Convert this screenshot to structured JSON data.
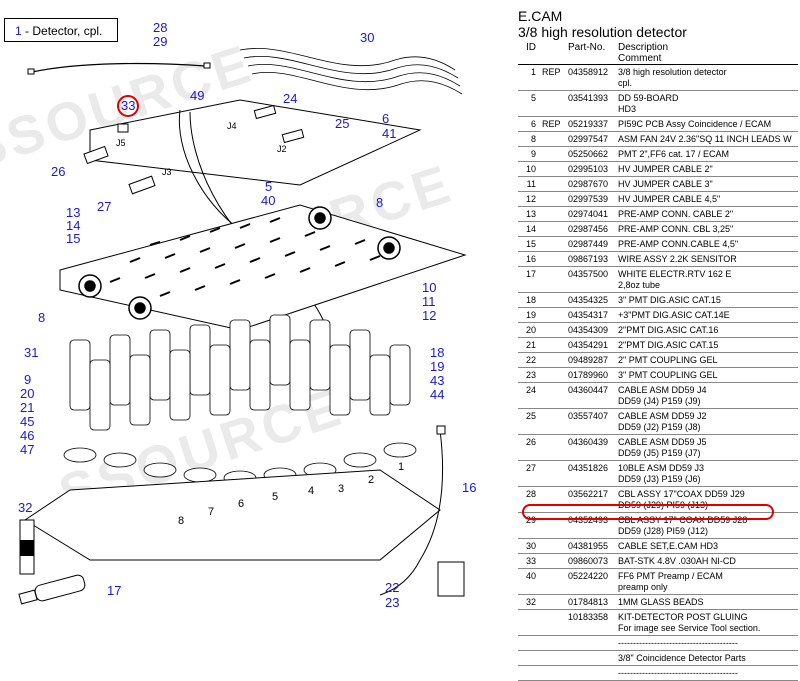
{
  "legend": {
    "num": "1",
    "label": " - Detector, cpl."
  },
  "watermark": "SSOURCE",
  "diagram": {
    "callouts": [
      "28",
      "29",
      "30",
      "33",
      "49",
      "24",
      "25",
      "6",
      "41",
      "J4",
      "J2",
      "J5",
      "26",
      "J3",
      "27",
      "5",
      "40",
      "8",
      "13",
      "14",
      "15",
      "8",
      "10",
      "11",
      "12",
      "31",
      "9",
      "20",
      "21",
      "45",
      "46",
      "47",
      "18",
      "19",
      "43",
      "44",
      "16",
      "1",
      "2",
      "3",
      "4",
      "5",
      "6",
      "7",
      "8",
      "32",
      "17",
      "22",
      "23"
    ]
  },
  "parts_list": {
    "title": "E.CAM",
    "subtitle": "3/8 high resolution detector",
    "headers": {
      "id": "ID",
      "partno": "Part-No.",
      "desc": "Description",
      "comment": "Comment"
    },
    "rows": [
      {
        "id": "1",
        "rep": "REP",
        "pn": "04358912",
        "desc": "3/8 high resolution detector",
        "sub": "cpl."
      },
      {
        "id": "5",
        "rep": "",
        "pn": "03541393",
        "desc": "DD 59-BOARD",
        "sub": "HD3"
      },
      {
        "id": "6",
        "rep": "REP",
        "pn": "05219337",
        "desc": "PI59C PCB Assy Coincidence / ECAM",
        "sub": ""
      },
      {
        "id": "8",
        "rep": "",
        "pn": "02997547",
        "desc": "ASM FAN 24V 2.36\"SQ 11 INCH LEADS W",
        "sub": ""
      },
      {
        "id": "9",
        "rep": "",
        "pn": "05250662",
        "desc": "PMT 2\",FF6 cat. 17 / ECAM",
        "sub": ""
      },
      {
        "id": "10",
        "rep": "",
        "pn": "02995103",
        "desc": "HV JUMPER CABLE 2\"",
        "sub": ""
      },
      {
        "id": "11",
        "rep": "",
        "pn": "02987670",
        "desc": "HV JUMPER CABLE 3\"",
        "sub": ""
      },
      {
        "id": "12",
        "rep": "",
        "pn": "02997539",
        "desc": "HV JUMPER CABLE 4,5\"",
        "sub": ""
      },
      {
        "id": "13",
        "rep": "",
        "pn": "02974041",
        "desc": "PRE-AMP CONN. CABLE 2\"",
        "sub": ""
      },
      {
        "id": "14",
        "rep": "",
        "pn": "02987456",
        "desc": "PRE-AMP CONN. CBL 3,25\"",
        "sub": ""
      },
      {
        "id": "15",
        "rep": "",
        "pn": "02987449",
        "desc": "PRE-AMP CONN.CABLE 4,5\"",
        "sub": ""
      },
      {
        "id": "16",
        "rep": "",
        "pn": "09867193",
        "desc": "WIRE ASSY 2.2K SENSITOR",
        "sub": ""
      },
      {
        "id": "17",
        "rep": "",
        "pn": "04357500",
        "desc": "WHITE ELECTR.RTV 162 E",
        "sub": "2,8oz tube"
      },
      {
        "id": "18",
        "rep": "",
        "pn": "04354325",
        "desc": "3\" PMT DIG.ASIC CAT.15",
        "sub": ""
      },
      {
        "id": "19",
        "rep": "",
        "pn": "04354317",
        "desc": "+3\"PMT DIG.ASIC CAT.14E",
        "sub": ""
      },
      {
        "id": "20",
        "rep": "",
        "pn": "04354309",
        "desc": "2\"PMT DIG.ASIC CAT.16",
        "sub": ""
      },
      {
        "id": "21",
        "rep": "",
        "pn": "04354291",
        "desc": "2\"PMT DIG.ASIC CAT.15",
        "sub": ""
      },
      {
        "id": "22",
        "rep": "",
        "pn": "09489287",
        "desc": "2\" PMT COUPLING GEL",
        "sub": ""
      },
      {
        "id": "23",
        "rep": "",
        "pn": "01789960",
        "desc": "3\" PMT COUPLING GEL",
        "sub": ""
      },
      {
        "id": "24",
        "rep": "",
        "pn": "04360447",
        "desc": "CABLE ASM DD59 J4",
        "sub": "DD59 (J4) P159 (J9)"
      },
      {
        "id": "25",
        "rep": "",
        "pn": "03557407",
        "desc": "CABLE ASM DD59 J2",
        "sub": "DD59 (J2) P159 (J8)"
      },
      {
        "id": "26",
        "rep": "",
        "pn": "04360439",
        "desc": "CABLE ASM DD59 J5",
        "sub": "DD59 (J5) P159 (J7)"
      },
      {
        "id": "27",
        "rep": "",
        "pn": "04351826",
        "desc": "10BLE ASM DD59 J3",
        "sub": "DD59 (J3) P159 (J6)"
      },
      {
        "id": "28",
        "rep": "",
        "pn": "03562217",
        "desc": "CBL ASSY 17\"COAX DD59 J29",
        "sub": "DD59 (J29) PI59 (J13)"
      },
      {
        "id": "29",
        "rep": "",
        "pn": "04352493",
        "desc": "CBL ASSY 17\" COAX DD59 J28",
        "sub": "DD59 (J28) PI59 (J12)"
      },
      {
        "id": "30",
        "rep": "",
        "pn": "04381955",
        "desc": "CABLE SET,E.CAM HD3",
        "sub": ""
      },
      {
        "id": "33",
        "rep": "",
        "pn": "09860073",
        "desc": "BAT-STK 4.8V .030AH NI-CD",
        "sub": ""
      },
      {
        "id": "40",
        "rep": "",
        "pn": "05224220",
        "desc": "FF6 PMT Preamp / ECAM",
        "sub": "preamp only"
      },
      {
        "id": "32",
        "rep": "",
        "pn": "01784813",
        "desc": "1MM GLASS BEADS",
        "sub": ""
      },
      {
        "id": "",
        "rep": "",
        "pn": "10183358",
        "desc": "KIT-DETECTOR POST GLUING",
        "sub": "For image see Service Tool section."
      },
      {
        "id": "",
        "rep": "",
        "pn": "",
        "desc": "----------------------------------------",
        "sub": ""
      },
      {
        "id": "",
        "rep": "",
        "pn": "",
        "desc": "3/8\" Coincidence Detector Parts",
        "sub": ""
      },
      {
        "id": "",
        "rep": "",
        "pn": "",
        "desc": "----------------------------------------",
        "sub": ""
      }
    ]
  },
  "colors": {
    "callout": "#1a1ad0",
    "highlight": "#e00000"
  }
}
